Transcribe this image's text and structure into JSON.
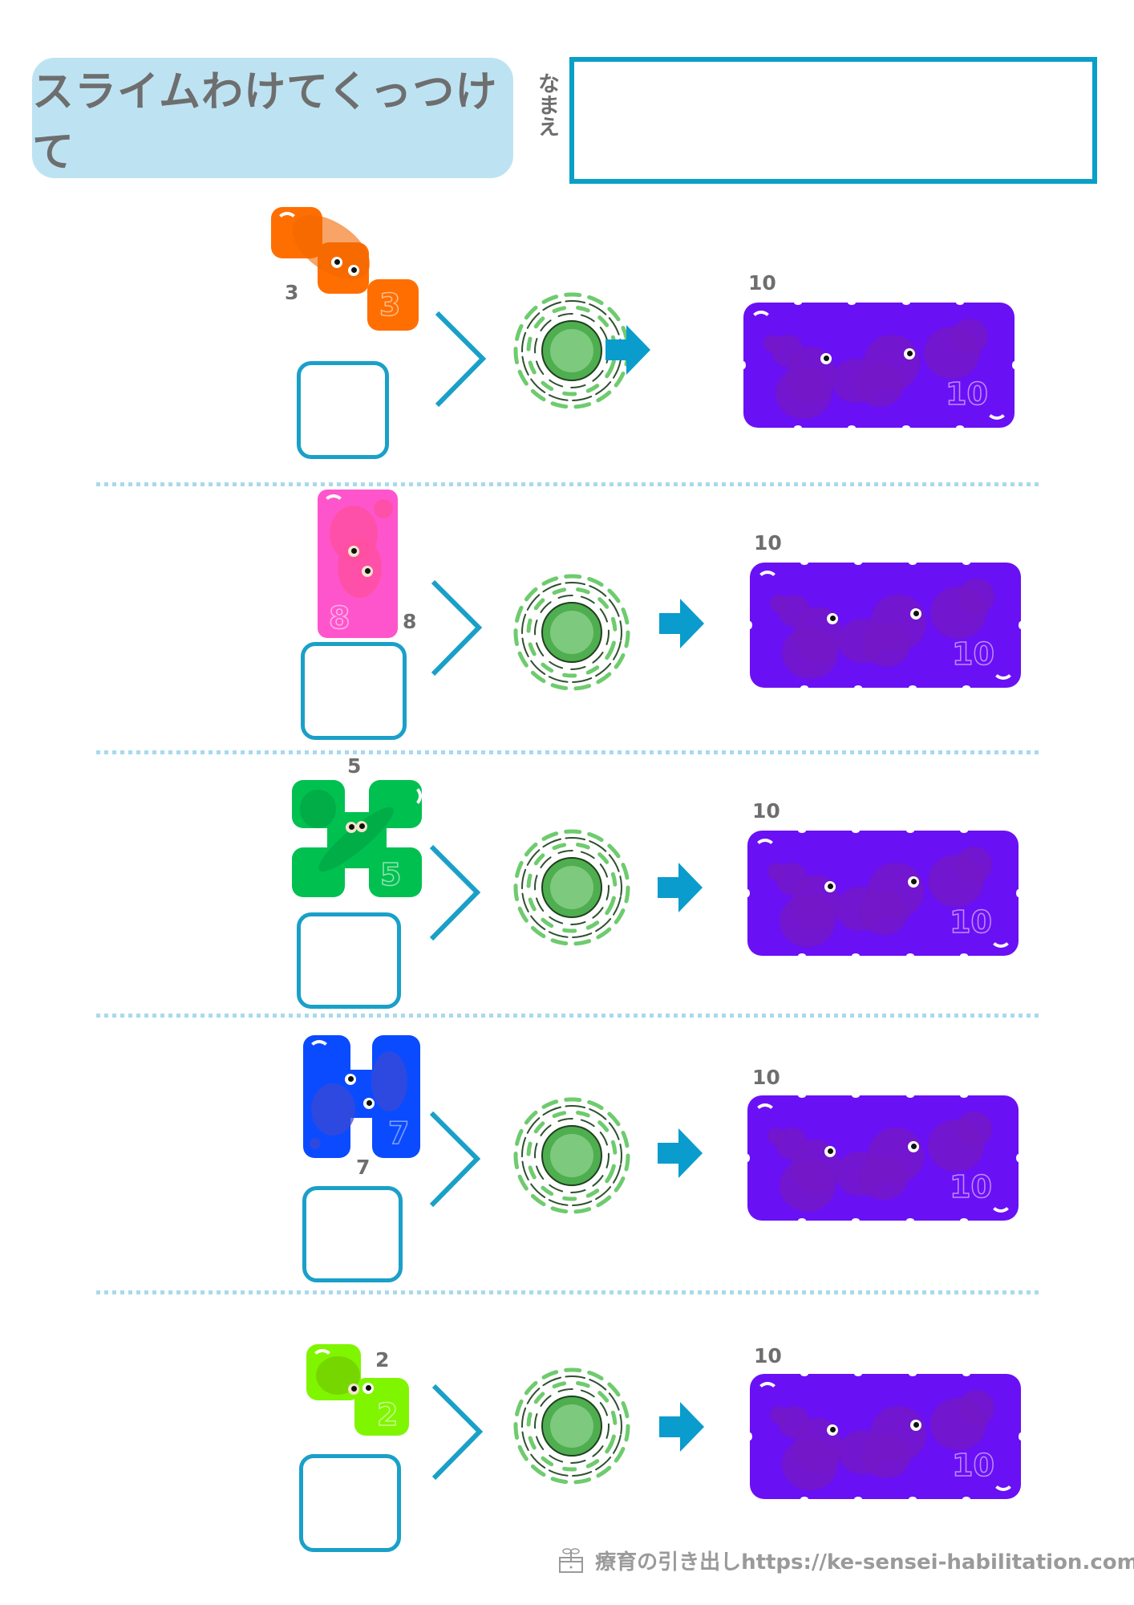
{
  "header": {
    "title": "スライムわけてくっつけて",
    "name_label": "なまえ",
    "name_value": ""
  },
  "colors": {
    "accent": "#089fc8",
    "title_bg": "#bde3f3",
    "text_gray": "#6e6e6e",
    "divider": "#a9d9ee",
    "target_slime": "#6a10f5",
    "vortex_green": "#5cbf5c"
  },
  "rows": [
    {
      "given": "3",
      "given_color": "#ff6e00",
      "slime_digit": "3",
      "answer": "",
      "target": "10",
      "target_digit": "10",
      "operator_icon": "chevron-right-icon",
      "vortex_icon": "vortex-icon",
      "arrow_icon": "arrow-right-icon"
    },
    {
      "given": "8",
      "given_color": "#ff55cc",
      "slime_digit": "8",
      "answer": "",
      "target": "10",
      "target_digit": "10",
      "operator_icon": "chevron-right-icon",
      "vortex_icon": "vortex-icon",
      "arrow_icon": "arrow-right-icon"
    },
    {
      "given": "5",
      "given_color": "#00c050",
      "slime_digit": "5",
      "answer": "",
      "target": "10",
      "target_digit": "10",
      "operator_icon": "chevron-right-icon",
      "vortex_icon": "vortex-icon",
      "arrow_icon": "arrow-right-icon"
    },
    {
      "given": "7",
      "given_color": "#0a4bff",
      "slime_digit": "7",
      "answer": "",
      "target": "10",
      "target_digit": "10",
      "operator_icon": "chevron-right-icon",
      "vortex_icon": "vortex-icon",
      "arrow_icon": "arrow-right-icon"
    },
    {
      "given": "2",
      "given_color": "#80f500",
      "slime_digit": "2",
      "answer": "",
      "target": "10",
      "target_digit": "10",
      "operator_icon": "chevron-right-icon",
      "vortex_icon": "vortex-icon",
      "arrow_icon": "arrow-right-icon"
    }
  ],
  "footer": {
    "icon": "gift-sprout-icon",
    "text": "療育の引き出しhttps://ke-sensei-habilitation.com/"
  }
}
